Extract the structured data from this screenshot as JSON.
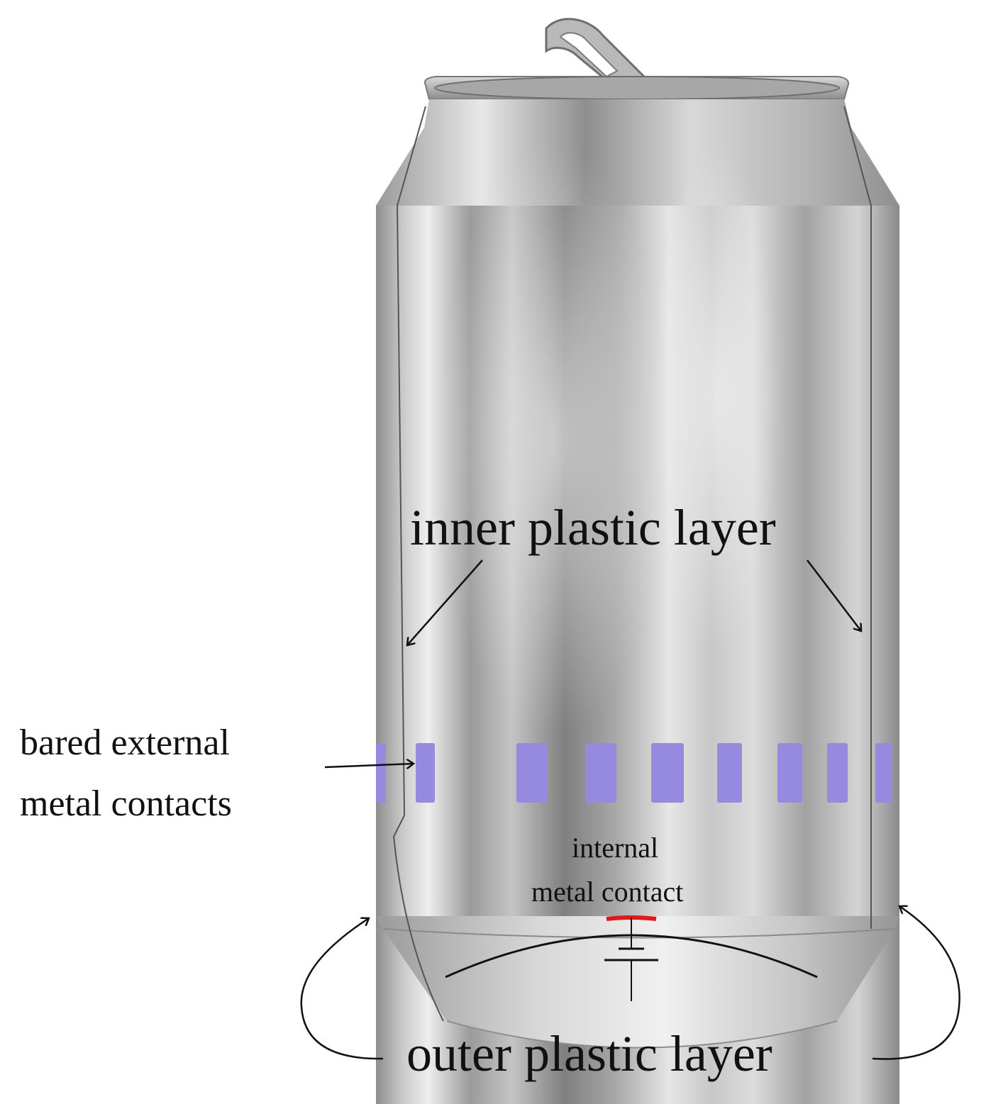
{
  "labels": {
    "inner_layer": "inner plastic layer",
    "bared_contacts_line1": "bared external",
    "bared_contacts_line2": "metal contacts",
    "internal_contact_line1": "internal",
    "internal_contact_line2": "metal contact",
    "outer_layer": "outer plastic layer"
  },
  "colors": {
    "contact_pad": "#968ae0",
    "internal_contact": "#e01818",
    "ink": "#111111"
  },
  "contacts": {
    "count": 9
  }
}
